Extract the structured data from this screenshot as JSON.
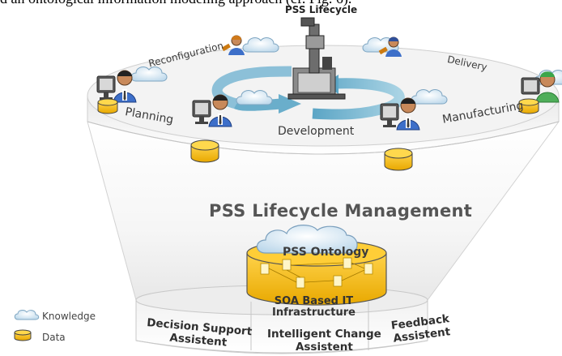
{
  "caption": {
    "text": "d an ontological information modeling approach (cf. Fig. 6).",
    "link_text": "6"
  },
  "diagram": {
    "lifecycle_title": "PSS Lifecycle",
    "stages": {
      "reconfiguration": "Reconfiguration",
      "delivery": "Delivery",
      "planning": "Planning",
      "development": "Development",
      "manufacturing": "Manufacturing"
    },
    "management_title": "PSS Lifecycle Management",
    "ontology_label": "PSS Ontology",
    "infrastructure_label": [
      "SOA Based IT",
      "Infrastructure"
    ],
    "services": [
      [
        "Decision Support",
        "Assistent"
      ],
      [
        "Intelligent Change",
        "Assistent"
      ],
      [
        "Feedback",
        "Assistent"
      ]
    ],
    "legend": {
      "knowledge": "Knowledge",
      "data": "Data"
    }
  }
}
